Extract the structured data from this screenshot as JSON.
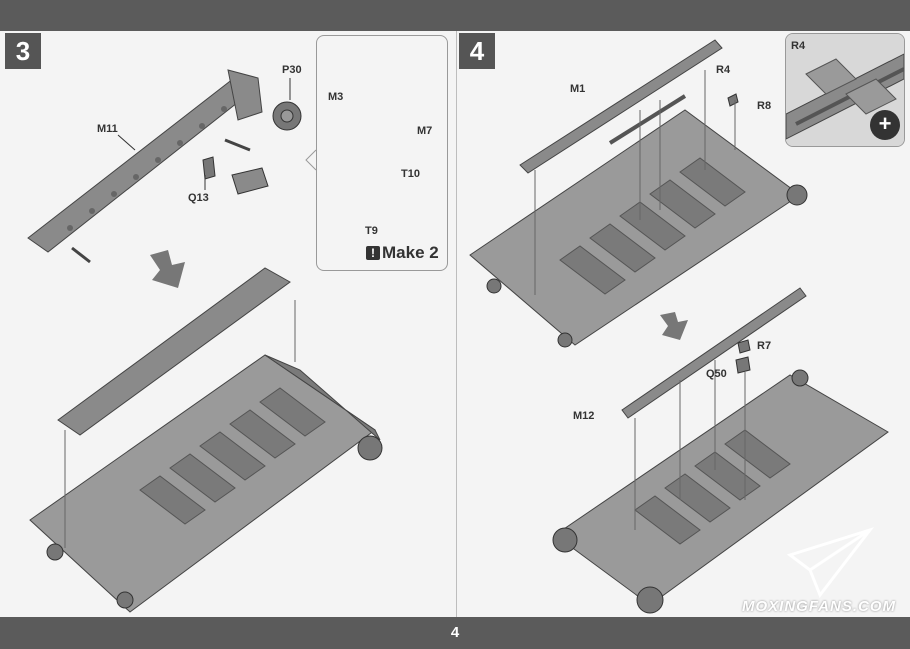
{
  "steps": [
    {
      "number": "3"
    },
    {
      "number": "4"
    }
  ],
  "labels": {
    "p30": "P30",
    "m11": "M11",
    "q13": "Q13",
    "m3": "M3",
    "m7": "M7",
    "t10": "T10",
    "t9": "T9",
    "m1": "M1",
    "r4": "R4",
    "r8": "R8",
    "r4_zoom": "R4",
    "r7": "R7",
    "q50": "Q50",
    "m12": "M12"
  },
  "make_note": {
    "icon": "!",
    "text": "Make 2"
  },
  "page_number": "4",
  "watermark": "MOXINGFANS.COM",
  "icons": {
    "zoom": "zoom-plus-icon",
    "arrow": "down-arrow-icon"
  },
  "colors": {
    "bars": "#5b5b5b",
    "parts": "#8a8a8a",
    "badge": "#555555"
  }
}
